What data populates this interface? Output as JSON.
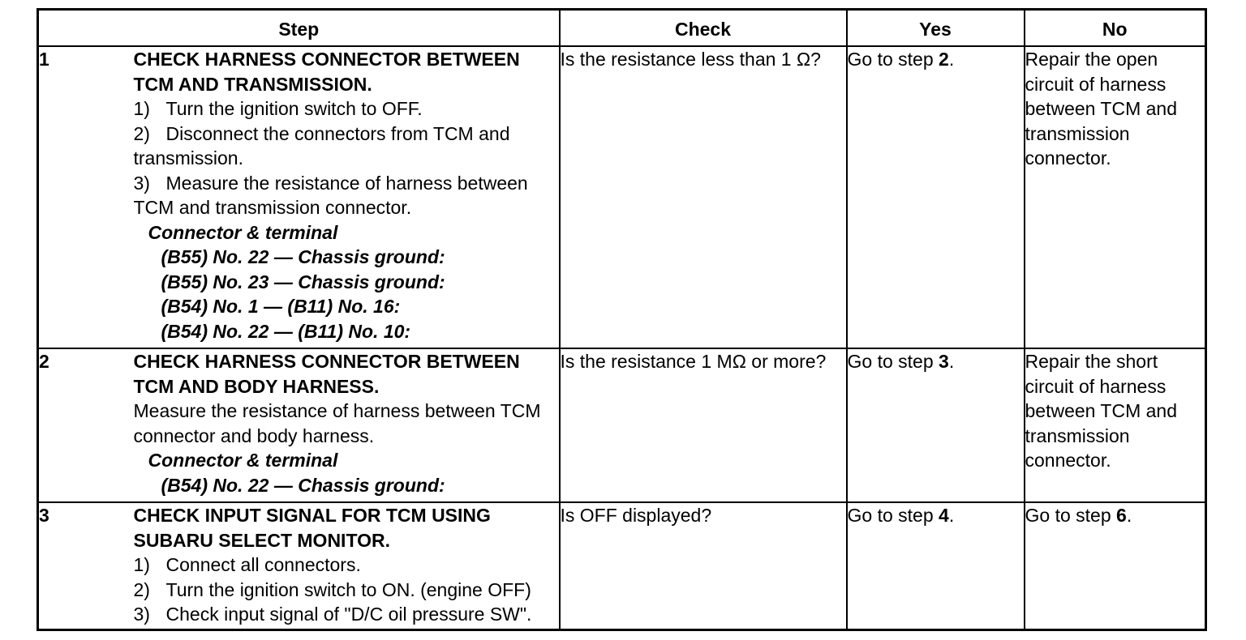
{
  "headers": {
    "step": "Step",
    "check": "Check",
    "yes": "Yes",
    "no": "No"
  },
  "rows": [
    {
      "num": "1",
      "title": "CHECK HARNESS CONNECTOR BETWEEN TCM AND TRANSMISSION.",
      "substeps": [
        {
          "n": "1)",
          "text": "Turn the ignition switch to OFF."
        },
        {
          "n": "2)",
          "text": "Disconnect the connectors from TCM and transmission."
        },
        {
          "n": "3)",
          "text": "Measure the resistance of harness between TCM and transmission connector."
        }
      ],
      "connector_heading": "Connector & terminal",
      "connector_items": [
        "(B55) No. 22 — Chassis ground:",
        "(B55) No. 23 — Chassis ground:",
        "(B54) No. 1 — (B11) No. 16:",
        "(B54) No. 22 — (B11) No. 10:"
      ],
      "check": "Is the resistance less than 1 Ω?",
      "yes_prefix": "Go to step ",
      "yes_step": "2",
      "yes_suffix": ".",
      "no": "Repair the open circuit of harness between TCM and transmission connector."
    },
    {
      "num": "2",
      "title": "CHECK HARNESS CONNECTOR BETWEEN TCM AND BODY HARNESS.",
      "body": "Measure the resistance of harness between TCM connector and body harness.",
      "connector_heading": "Connector & terminal",
      "connector_items": [
        "(B54) No. 22 — Chassis ground:"
      ],
      "check": "Is the resistance 1 MΩ or more?",
      "yes_prefix": "Go to step ",
      "yes_step": "3",
      "yes_suffix": ".",
      "no": "Repair the short circuit of harness between TCM and transmission connector."
    },
    {
      "num": "3",
      "title": "CHECK INPUT SIGNAL FOR TCM USING SUBARU SELECT MONITOR.",
      "substeps": [
        {
          "n": "1)",
          "text": "Connect all connectors."
        },
        {
          "n": "2)",
          "text": "Turn the ignition switch to ON. (engine OFF)"
        },
        {
          "n": "3)",
          "text": "Check input signal of \"D/C oil pressure SW\"."
        }
      ],
      "check": "Is OFF displayed?",
      "yes_prefix": "Go to step ",
      "yes_step": "4",
      "yes_suffix": ".",
      "no_prefix": "Go to step ",
      "no_step": "6",
      "no_suffix": "."
    }
  ]
}
